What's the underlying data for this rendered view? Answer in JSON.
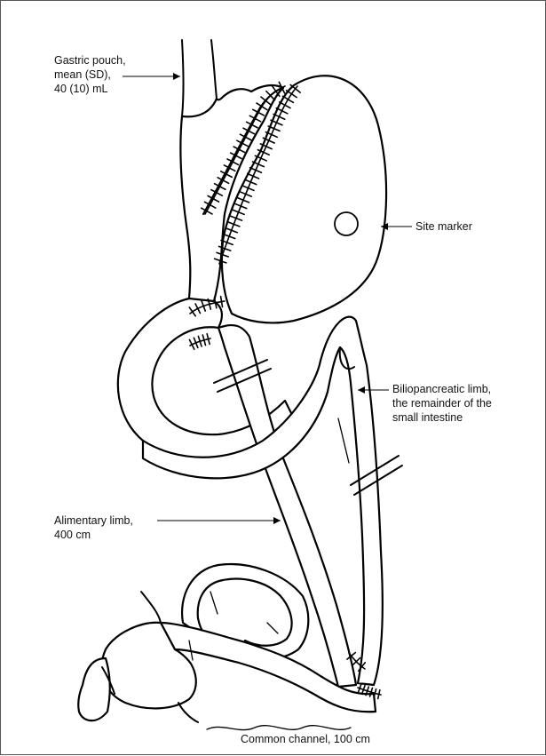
{
  "labels": {
    "gastric_pouch": [
      "Gastric pouch,",
      "mean (SD),",
      "40 (10) mL"
    ],
    "site_marker": [
      "Site marker"
    ],
    "biliopancreatic_limb": [
      "Biliopancreatic limb,",
      "the remainder of the",
      "small intestine"
    ],
    "alimentary_limb": [
      "Alimentary limb,",
      "400 cm"
    ],
    "common_channel": [
      "Common channel, 100 cm"
    ]
  }
}
